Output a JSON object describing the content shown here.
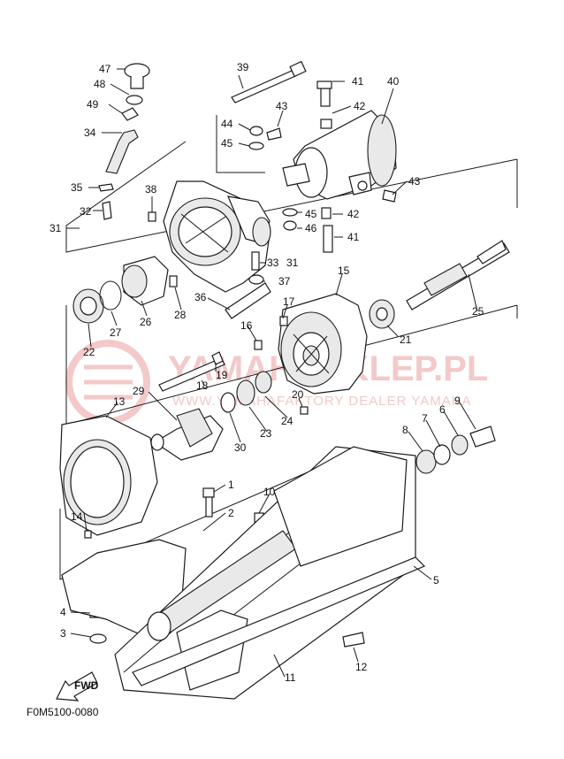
{
  "diagram": {
    "code": "F0M5100-0080",
    "watermark": {
      "title": "YAMAHASKLEP.PL",
      "subtitle": "WWW.YAMAHAFAKTORY DEALER YAMAHA"
    },
    "fwd_label": "FWD",
    "callouts": [
      {
        "id": "1",
        "label": "1"
      },
      {
        "id": "2",
        "label": "2"
      },
      {
        "id": "3",
        "label": "3"
      },
      {
        "id": "4",
        "label": "4"
      },
      {
        "id": "5",
        "label": "5"
      },
      {
        "id": "6",
        "label": "6"
      },
      {
        "id": "7",
        "label": "7"
      },
      {
        "id": "8",
        "label": "8"
      },
      {
        "id": "9",
        "label": "9"
      },
      {
        "id": "10",
        "label": "10"
      },
      {
        "id": "11",
        "label": "11"
      },
      {
        "id": "12",
        "label": "12"
      },
      {
        "id": "13",
        "label": "13"
      },
      {
        "id": "14",
        "label": "14"
      },
      {
        "id": "15",
        "label": "15"
      },
      {
        "id": "16",
        "label": "16"
      },
      {
        "id": "17",
        "label": "17"
      },
      {
        "id": "18",
        "label": "18"
      },
      {
        "id": "19",
        "label": "19"
      },
      {
        "id": "20",
        "label": "20"
      },
      {
        "id": "21",
        "label": "21"
      },
      {
        "id": "22",
        "label": "22"
      },
      {
        "id": "23",
        "label": "23"
      },
      {
        "id": "24",
        "label": "24"
      },
      {
        "id": "25",
        "label": "25"
      },
      {
        "id": "26",
        "label": "26"
      },
      {
        "id": "27",
        "label": "27"
      },
      {
        "id": "28",
        "label": "28"
      },
      {
        "id": "29",
        "label": "29"
      },
      {
        "id": "30",
        "label": "30"
      },
      {
        "id": "31a",
        "label": "31"
      },
      {
        "id": "31b",
        "label": "31"
      },
      {
        "id": "32",
        "label": "32"
      },
      {
        "id": "33",
        "label": "33"
      },
      {
        "id": "34",
        "label": "34"
      },
      {
        "id": "35",
        "label": "35"
      },
      {
        "id": "36",
        "label": "36"
      },
      {
        "id": "37",
        "label": "37"
      },
      {
        "id": "38",
        "label": "38"
      },
      {
        "id": "39",
        "label": "39"
      },
      {
        "id": "40",
        "label": "40"
      },
      {
        "id": "41a",
        "label": "41"
      },
      {
        "id": "41b",
        "label": "41"
      },
      {
        "id": "42a",
        "label": "42"
      },
      {
        "id": "42b",
        "label": "42"
      },
      {
        "id": "43a",
        "label": "43"
      },
      {
        "id": "43b",
        "label": "43"
      },
      {
        "id": "44",
        "label": "44"
      },
      {
        "id": "45a",
        "label": "45"
      },
      {
        "id": "45b",
        "label": "45"
      },
      {
        "id": "46",
        "label": "46"
      },
      {
        "id": "47",
        "label": "47"
      },
      {
        "id": "48",
        "label": "48"
      },
      {
        "id": "49",
        "label": "49"
      }
    ]
  }
}
